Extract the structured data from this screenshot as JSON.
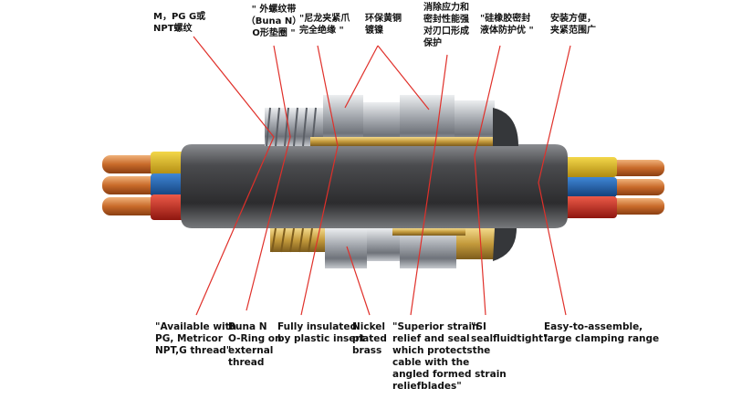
{
  "labels_top": {
    "thread_cn": "M，PG G或\nNPT螺纹",
    "oring_cn": "\" 外螺纹带\n（Buna N）\nO形垫圈 \"",
    "insert_cn": "\"尼龙夹紧爪\n完全绝缘 \"",
    "brass_cn": "环保黄铜\n镀镍",
    "relief_cn": "消除应力和\n密封性能强\n对刃口形成\n保护",
    "seal_cn": "\"硅橡胶密封\n液体防护优 \"",
    "assemble_cn": "安装方便，\n夹紧范围广"
  },
  "labels_bottom": {
    "thread_en": "\"Available with\nPG, Metricor\nNPT,G thread\"",
    "oring_en": "Buna N\nO-Ring on\nexternal\nthread",
    "insert_en": "Fully insulated\nby plastic insert",
    "brass_en": "Nickel\nplated\nbrass",
    "relief_en": "\"Superior strain\nrelief and seal\nwhich protectsthe\ncable with the\nangled formed strain\nreliefblades\"",
    "seal_en": "\"SI\nsealfluidtight\"",
    "assemble_en": "Easy-to-assemble,\nlarge clamping range"
  },
  "colors": {
    "leader": "#e0302a",
    "cable_sheath": "#3a3a3c",
    "metal": "#b8bcc2",
    "brass": "#c9a24a",
    "wire_yellow": "#d8b81e",
    "wire_blue": "#1d5fa6",
    "wire_red": "#c8291f",
    "copper": "#c86a2a"
  }
}
